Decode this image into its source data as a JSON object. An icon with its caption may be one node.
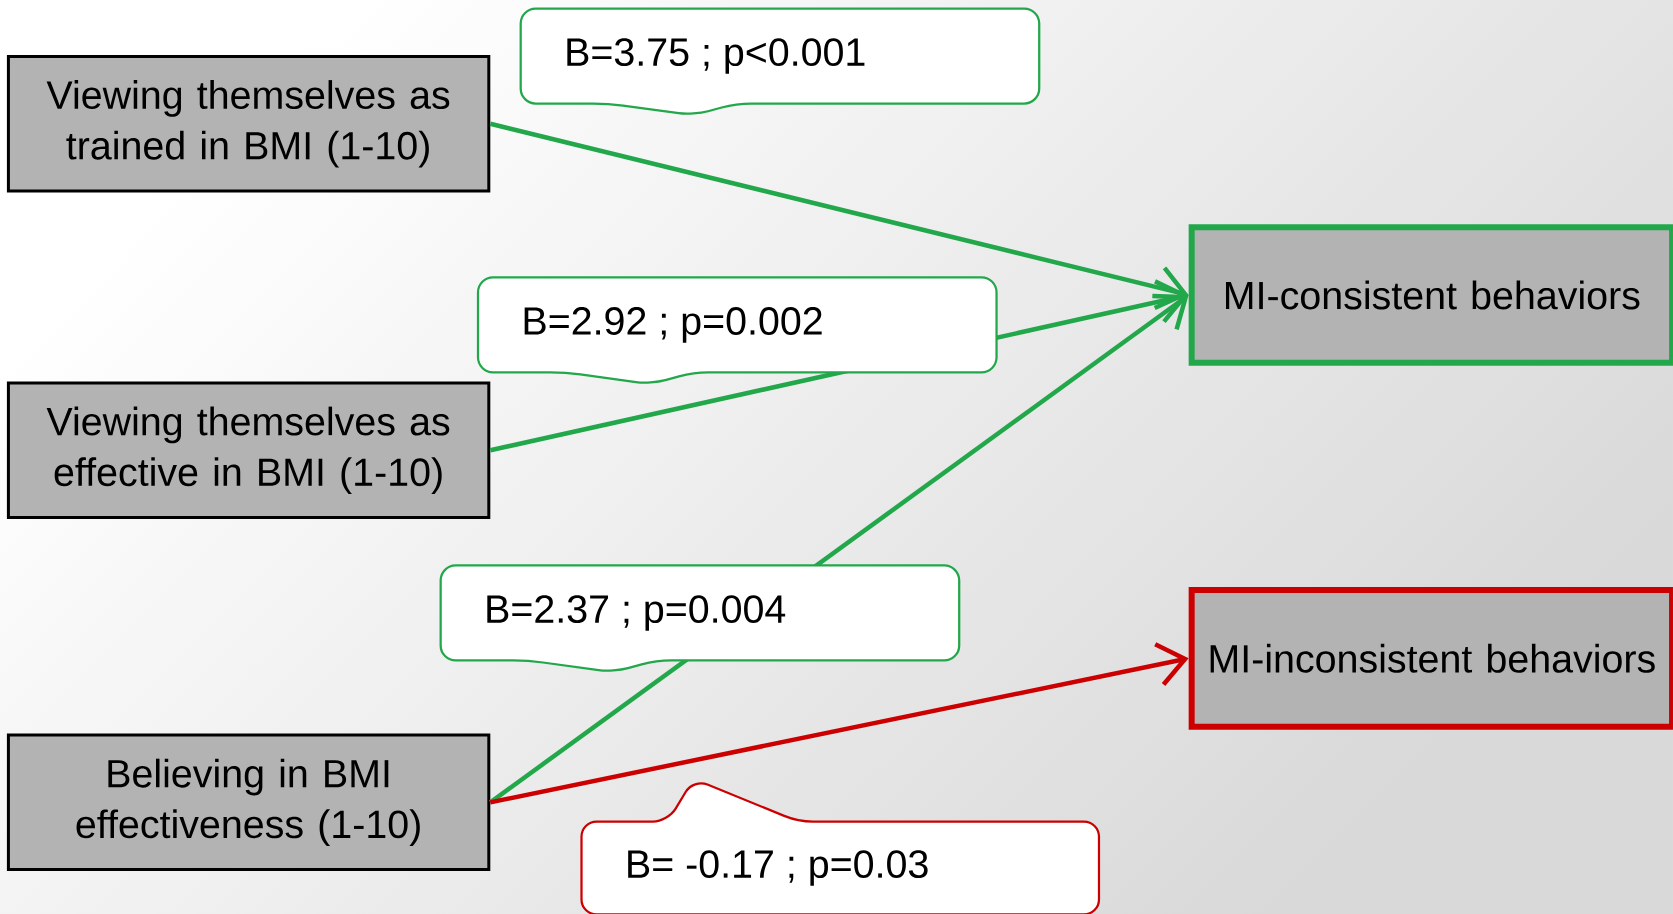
{
  "diagram": {
    "nodes": [
      {
        "text": [
          "Viewing themselves as trained in BMI (1-10)"
        ]
      },
      {
        "text": [
          "Viewing themselves as effective in BMI (1-10)"
        ]
      },
      {
        "text": [
          "Believing in BMI effectiveness (1-10)"
        ]
      },
      {
        "text": [
          "MI-consistent behaviors"
        ]
      },
      {
        "text": [
          "MI-inconsistent behaviors"
        ]
      }
    ],
    "edges": [
      {
        "from": 0,
        "to": 3,
        "arrow": "to",
        "label": "B=3.75 ; p<0.001"
      },
      {
        "from": 1,
        "to": 3,
        "arrow": "to",
        "label": "B=2.92 ; p=0.002"
      },
      {
        "from": 2,
        "to": 3,
        "arrow": "to",
        "label": "B=2.37 ; p=0.004"
      },
      {
        "from": 2,
        "to": 4,
        "arrow": "to",
        "label": "B= -0.17 ; p=0.03",
        "color": "#cc0000"
      }
    ]
  }
}
